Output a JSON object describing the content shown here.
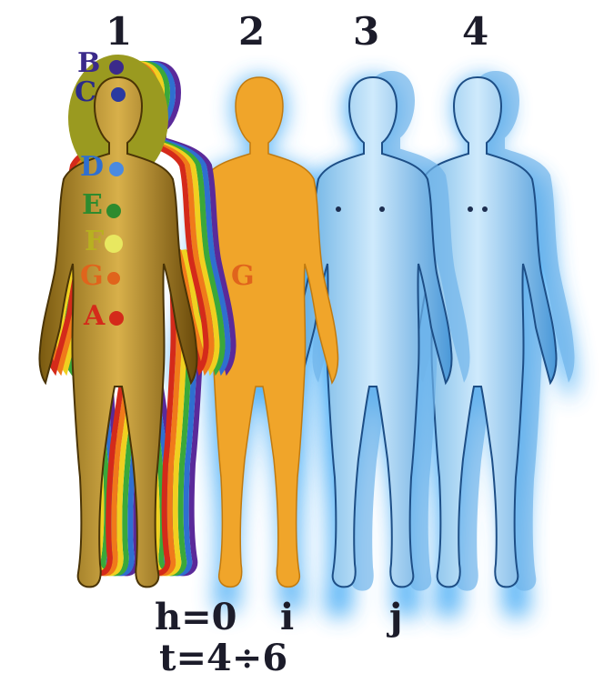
{
  "figure_numbers": [
    "1",
    "2",
    "3",
    "4"
  ],
  "chakra_labels": [
    {
      "letter": "B",
      "color": "#3b2a8a"
    },
    {
      "letter": "C",
      "color": "#2a2a8a"
    },
    {
      "letter": "D",
      "color": "#2f6fd0"
    },
    {
      "letter": "E",
      "color": "#2e8b2e"
    },
    {
      "letter": "F",
      "color": "#c8c020"
    },
    {
      "letter": "G",
      "color": "#e0641c"
    },
    {
      "letter": "A",
      "color": "#d42a1a"
    }
  ],
  "body2_label": {
    "letter": "G",
    "color": "#e0641c"
  },
  "bottom_labels": {
    "h": "h=0",
    "i": "i",
    "j": "j",
    "t": "t=4÷6"
  },
  "colors": {
    "figure1_body": "#b8902a",
    "figure2_body": "#f0a52a",
    "figure3_body": "#8ec8f0",
    "aura_blue": "#3fa9f5",
    "rainbow": [
      "#d42a1a",
      "#f07a1a",
      "#f0d020",
      "#3aa83a",
      "#2f6fd0",
      "#5a2a9a"
    ]
  }
}
